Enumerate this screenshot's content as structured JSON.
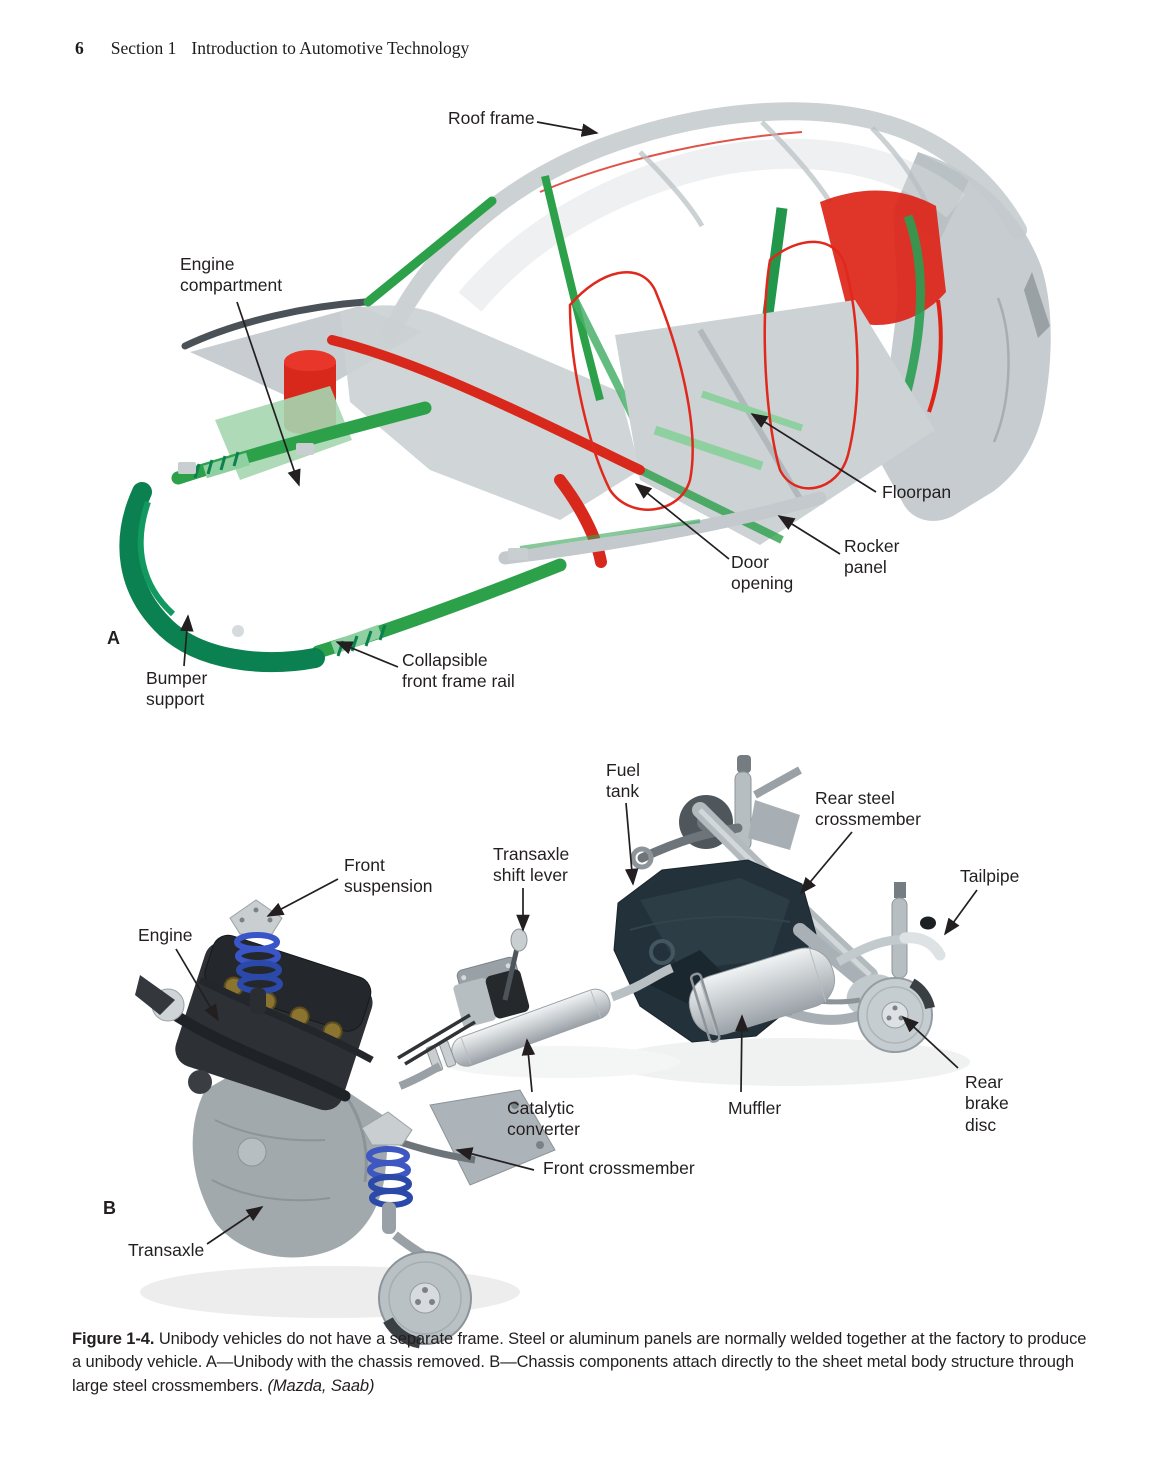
{
  "page": {
    "number": "6",
    "section": "Section 1",
    "title": "Introduction to Automotive Technology"
  },
  "panel_a": {
    "letter": "A",
    "labels": {
      "roof_frame": "Roof frame",
      "engine_compartment": "Engine\ncompartment",
      "floorpan": "Floorpan",
      "rocker_panel": "Rocker\npanel",
      "door_opening": "Door\nopening",
      "bumper_support": "Bumper\nsupport",
      "collapsible_front_frame_rail": "Collapsible\nfront frame rail"
    }
  },
  "panel_b": {
    "letter": "B",
    "labels": {
      "fuel_tank": "Fuel\ntank",
      "rear_steel_crossmember": "Rear steel\ncrossmember",
      "tailpipe": "Tailpipe",
      "front_suspension": "Front\nsuspension",
      "transaxle_shift_lever": "Transaxle\nshift lever",
      "engine": "Engine",
      "catalytic_converter": "Catalytic\nconverter",
      "muffler": "Muffler",
      "rear_brake_disc": "Rear\nbrake\ndisc",
      "front_crossmember": "Front crossmember",
      "transaxle": "Transaxle"
    }
  },
  "caption": {
    "figure_label": "Figure 1-4.",
    "body": " Unibody vehicles do not have a separate frame. Steel or aluminum panels are normally welded together at the factory to produce a unibody vehicle. A—Unibody with the chassis removed. B—Chassis components attach directly to the sheet metal body structure through large steel crossmembers. ",
    "credit": "(Mazda, Saab)"
  },
  "colors": {
    "frame_green": "#2da04a",
    "light_green": "#9fd3a8",
    "bumper_dark_green": "#0b8050",
    "highlight_red": "#dd2417",
    "body_silver": "#c6ccd0",
    "engine_dark": "#2d3135",
    "spring_blue": "#3a55c8",
    "fuel_tank_dark": "#22313a",
    "label_ink": "#231f20"
  }
}
